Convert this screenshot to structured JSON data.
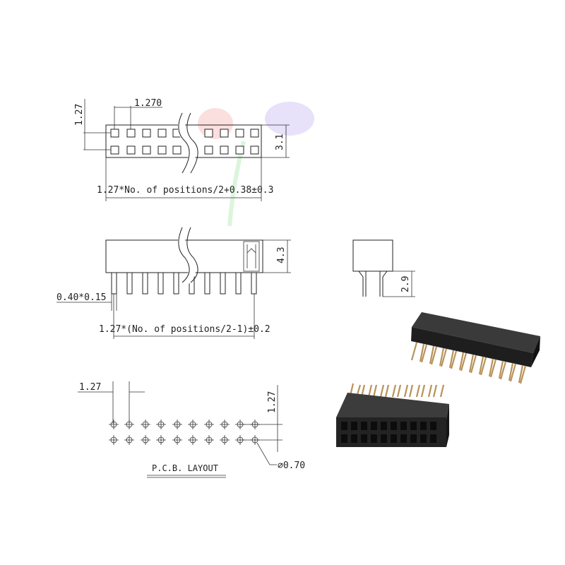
{
  "top_view": {
    "pitch_label": "1.270",
    "row_pitch_label": "1.27",
    "height_label": "3.1",
    "length_formula": "1.27*No. of positions/2+0.38±0.3"
  },
  "side_view": {
    "height_label": "4.3",
    "pin_width_label": "0.40*0.15",
    "pin_span_formula": "1.27*(No. of positions/2-1)±0.2"
  },
  "end_view": {
    "tail_label": "2.9"
  },
  "pcb_layout": {
    "pitch_label": "1.27",
    "row_pitch_label": "1.27",
    "hole_label": "⌀0.70",
    "title": "P.C.B. LAYOUT"
  },
  "photos": {
    "connector_a": "2x12 female header photo",
    "connector_b": "2x10 female header photo"
  },
  "colors": {
    "ink": "#222222",
    "housing": "#2a2a2a",
    "pins": "#b8925a"
  }
}
